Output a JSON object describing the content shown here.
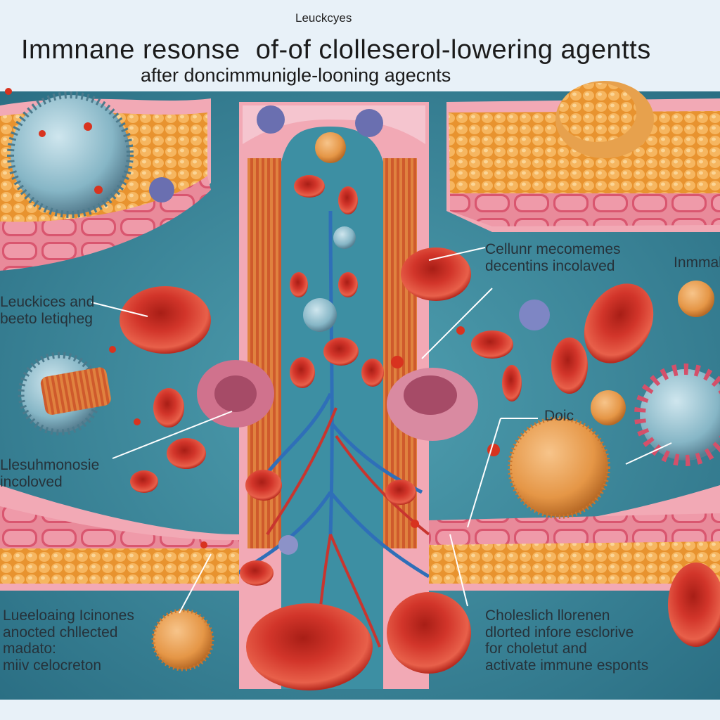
{
  "header": {
    "top_word": "Leuckcyes",
    "title": "Immnane resonse  of-of clolleserol-lowering agentts",
    "subtitle": "after doncimmunigle-looning agecnts"
  },
  "labels": {
    "leukocytes_left": "Leuckices and\nbeeto letiqheg",
    "cellular_mechanisms": "Cellunr mecomemes\ndecentins incolaved",
    "inflammation": "Inmmal",
    "monocyte": "Llesuhmonosie\nincoloved",
    "dioic": "Doic",
    "bottom_left": "Lueeloaing Icinones\nanocted chllected\nmadato:\nmiiv celocreton",
    "bottom_right": "Choleslich llorenen\ndlorted infore esclorive\nfor choletut and\nactivate immune esponts"
  },
  "colors": {
    "background": "#e8f1f8",
    "lumen": "#3f8fa0",
    "vessel_wall": "#e9899b",
    "fat_layer": "#efa548",
    "red_cell": "#cf3224",
    "immune_cell": "#7fb6c4"
  }
}
